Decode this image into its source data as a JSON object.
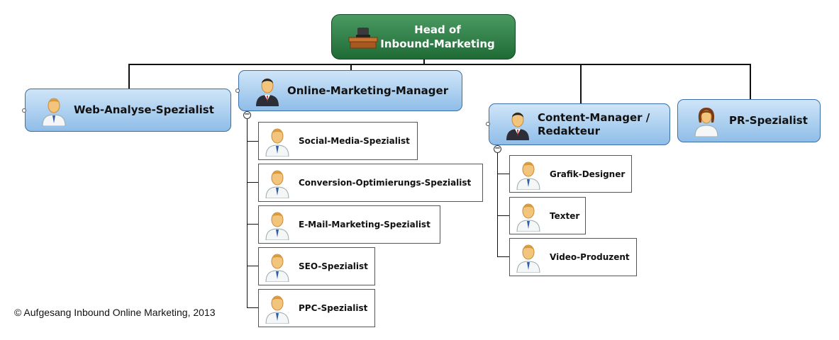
{
  "root": {
    "label_line1": "Head of",
    "label_line2": "Inbound-Marketing",
    "icon": "desk-icon"
  },
  "level1": {
    "web_analyse": {
      "label": "Web-Analyse-Spezialist",
      "icon": "male-person-icon"
    },
    "online_marketing": {
      "label": "Online-Marketing-Manager",
      "icon": "manager-person-icon"
    },
    "content_manager": {
      "label_line1": "Content-Manager /",
      "label_line2": "Redakteur",
      "icon": "manager-person-icon"
    },
    "pr": {
      "label": "PR-Spezialist",
      "icon": "female-person-icon"
    }
  },
  "online_marketing_children": [
    "Social-Media-Spezialist",
    "Conversion-Optimierungs-Spezialist",
    "E-Mail-Marketing-Spezialist",
    "SEO-Spezialist",
    "PPC-Spezialist"
  ],
  "content_manager_children": [
    "Grafik-Designer",
    "Texter",
    "Video-Produzent"
  ],
  "collapse_symbol": "−",
  "copyright": "© Aufgesang Inbound Online Marketing, 2013",
  "colors": {
    "root_fill": "#2d7d45",
    "level1_fill": "#a9d0f2",
    "child_fill": "#ffffff",
    "connector": "#111111"
  }
}
